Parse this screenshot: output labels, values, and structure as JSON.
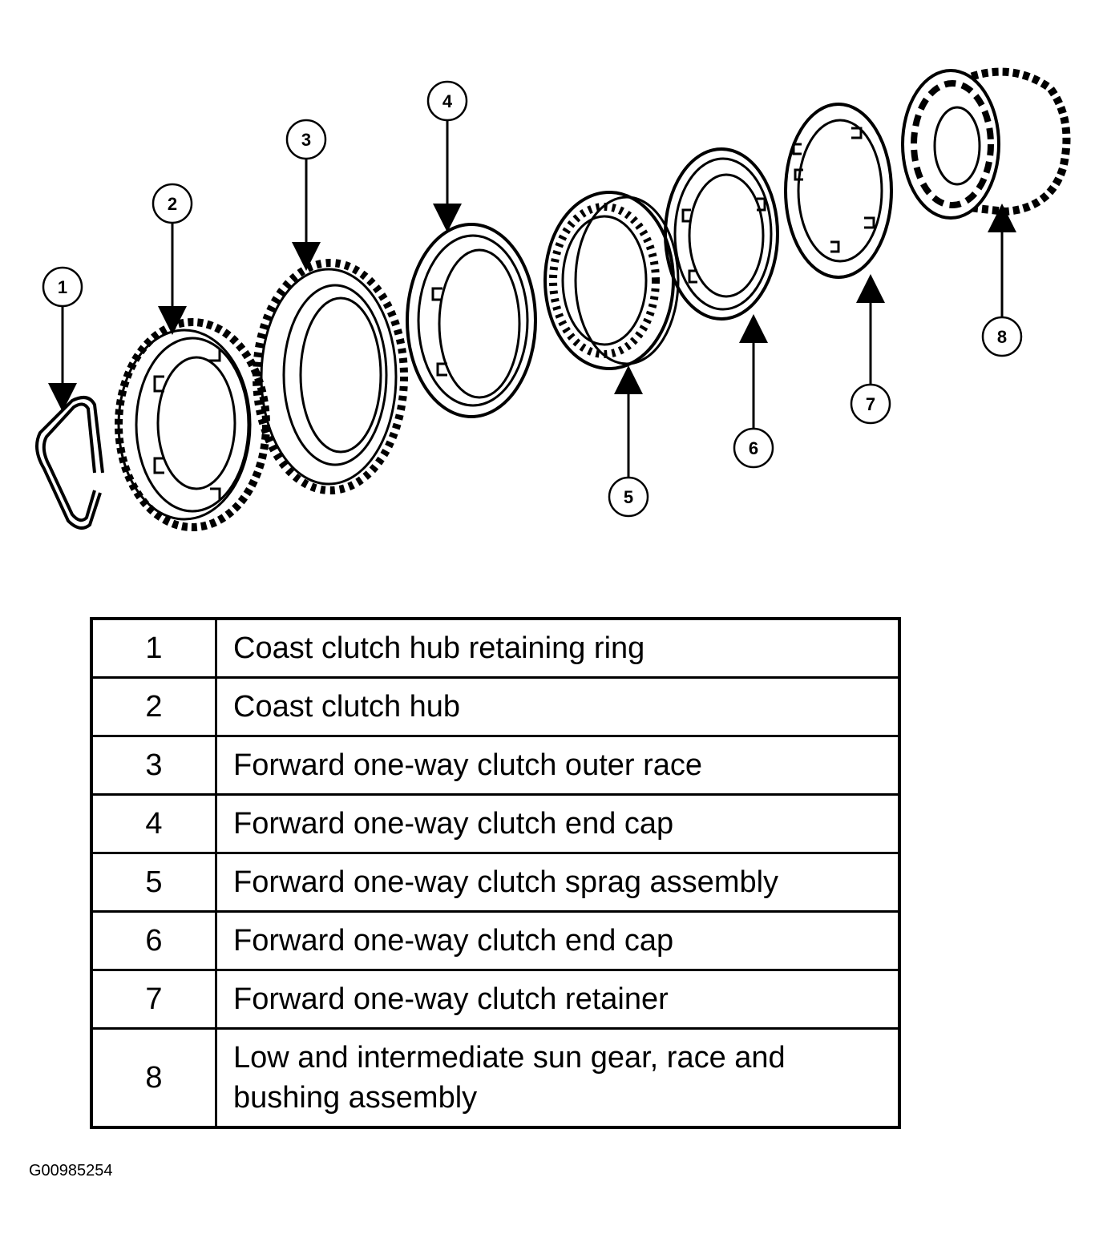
{
  "callouts": [
    "1",
    "2",
    "3",
    "4",
    "5",
    "6",
    "7",
    "8"
  ],
  "parts": [
    {
      "num": "1",
      "desc": "Coast clutch hub retaining ring"
    },
    {
      "num": "2",
      "desc": "Coast clutch hub"
    },
    {
      "num": "3",
      "desc": "Forward one-way clutch outer race"
    },
    {
      "num": "4",
      "desc": "Forward one-way clutch end cap"
    },
    {
      "num": "5",
      "desc": "Forward one-way clutch sprag assembly"
    },
    {
      "num": "6",
      "desc": "Forward one-way clutch end cap"
    },
    {
      "num": "7",
      "desc": "Forward one-way clutch retainer"
    },
    {
      "num": "8",
      "desc": "Low and intermediate sun gear, race and bushing assembly"
    }
  ],
  "figure_id": "G00985254"
}
